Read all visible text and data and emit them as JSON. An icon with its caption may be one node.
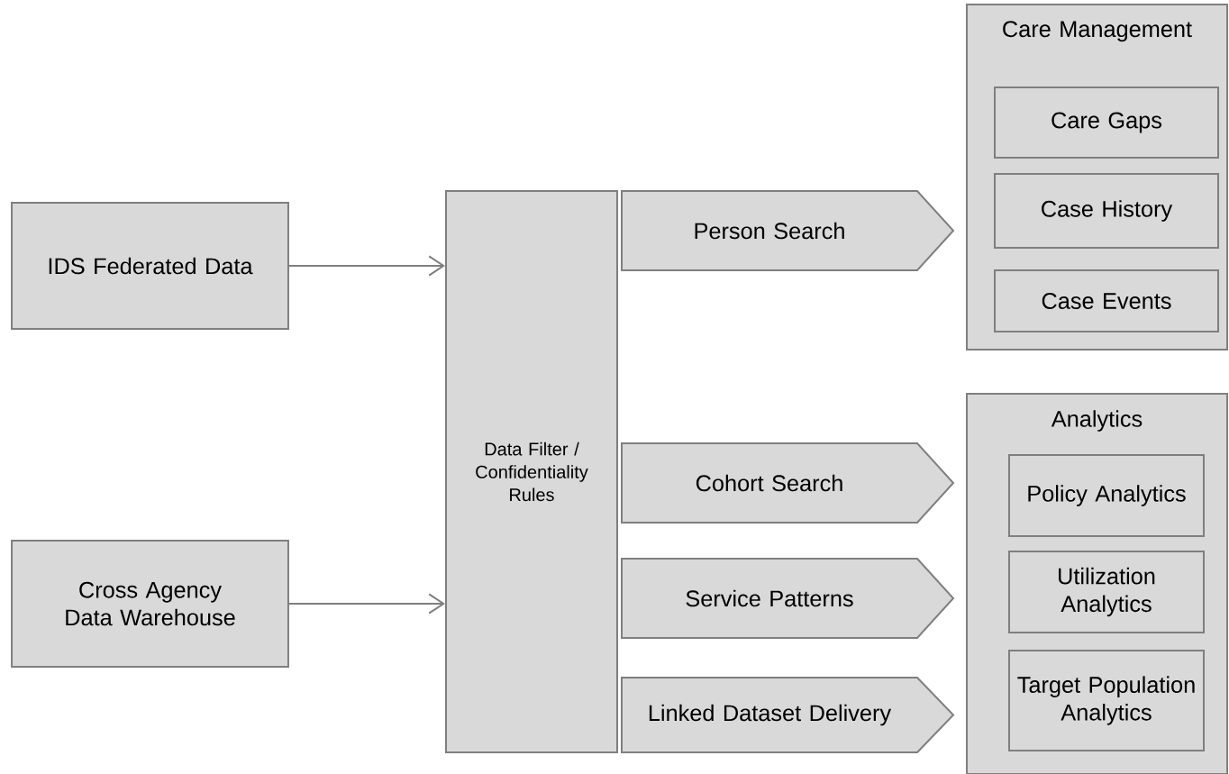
{
  "diagram": {
    "nodes": [
      {
        "text": [
          "IDS Federated Data"
        ]
      },
      {
        "text": [
          "Cross Agency Data Warehouse"
        ]
      },
      {
        "text": [
          "Data Filter / Confidentiality Rules"
        ]
      },
      {
        "text": [
          "Person Search"
        ]
      },
      {
        "text": [
          "Cohort Search"
        ]
      },
      {
        "text": [
          "Service Patterns"
        ]
      },
      {
        "text": [
          "Linked Dataset Delivery"
        ]
      },
      {
        "text": [
          "Care Management"
        ]
      },
      {
        "text": [
          "Care Gaps"
        ],
        "in": 7
      },
      {
        "text": [
          "Case History"
        ],
        "in": 7
      },
      {
        "text": [
          "Case Events"
        ],
        "in": 7
      },
      {
        "text": [
          "Analytics"
        ]
      },
      {
        "text": [
          "Policy Analytics"
        ],
        "in": 11
      },
      {
        "text": [
          "Utilization Analytics"
        ],
        "in": 11
      },
      {
        "text": [
          "Target Population Analytics"
        ],
        "in": 11
      }
    ],
    "edges": [
      {
        "from": 0,
        "to": 2,
        "arrow": "to"
      },
      {
        "from": 1,
        "to": 2,
        "arrow": "to"
      }
    ]
  }
}
